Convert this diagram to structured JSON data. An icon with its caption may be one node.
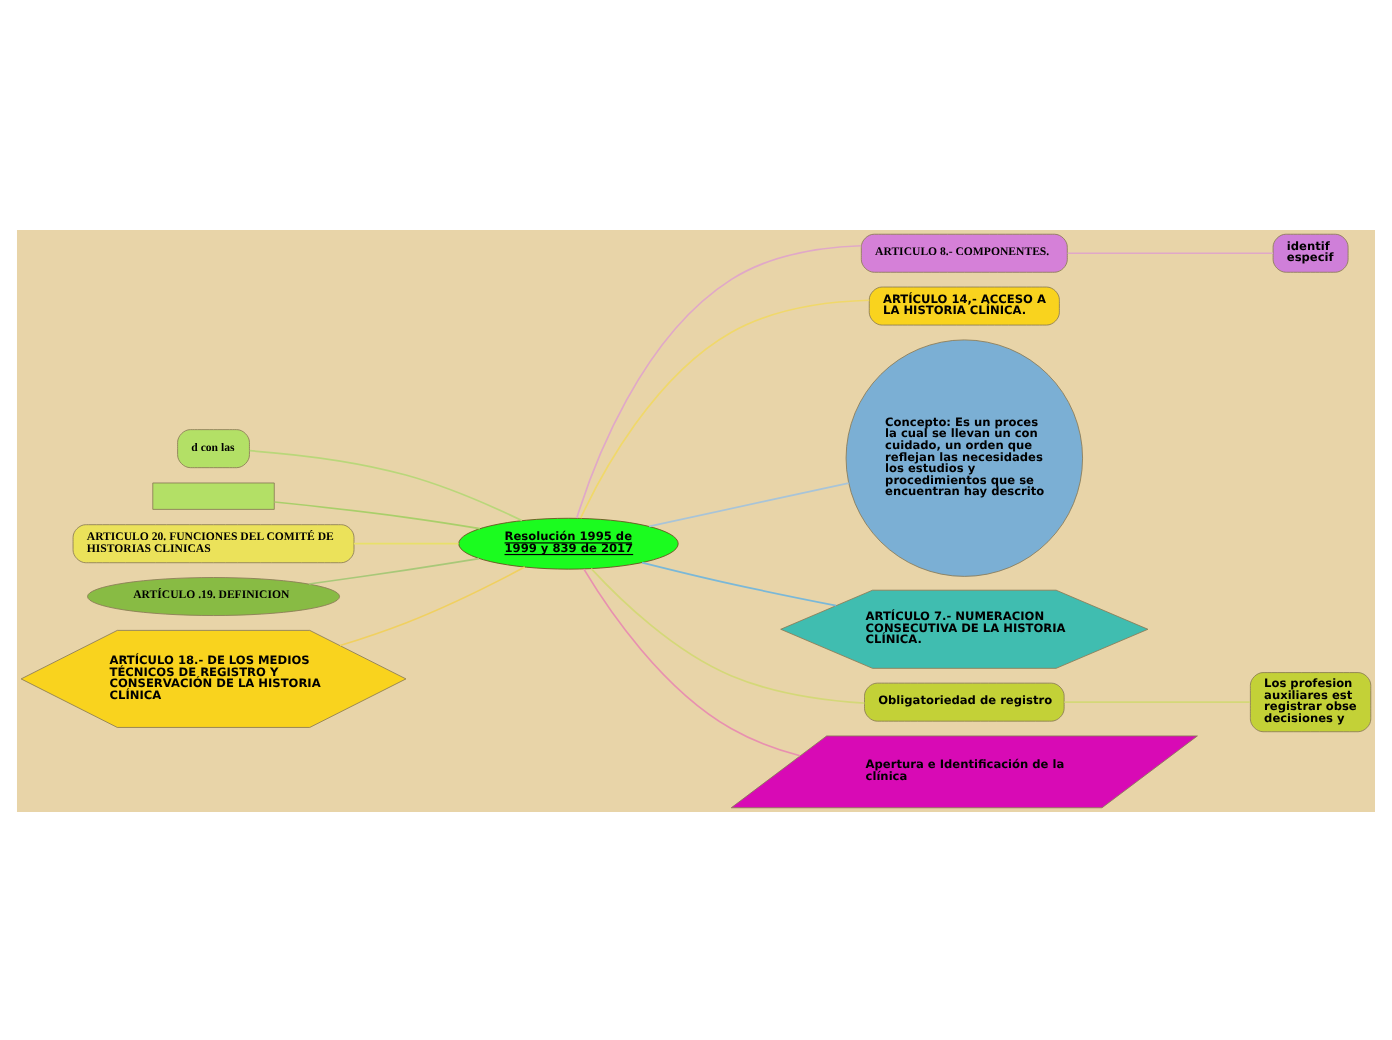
{
  "diagram": {
    "nodes": [
      {
        "text": [
          "d con las"
        ]
      },
      {
        "text": [],
        "shape": "box"
      },
      {
        "text": [
          "ARTICULO 8.- COMPONENTES."
        ]
      },
      {
        "text": [
          "identif especif"
        ]
      },
      {
        "text": [
          "ARTÍCULO 14,- ACCESO A LA HISTORIA CLÍNICA."
        ]
      },
      {
        "text": [
          "ARTICULO 20. FUNCIONES DEL COMITÉ DE HISTORIAS CLINICAS"
        ]
      },
      {
        "text": [
          "Resolución 1995 de 1999 y 839 de 2017"
        ]
      },
      {
        "text": [
          "Concepto: Es un proces la cual se llevan un con cuidado, un orden que reflejan las necesidades los estudios y procedimientos que se encuentran hay descrito"
        ]
      },
      {
        "text": [
          "ARTÍCULO .19. DEFINICION"
        ]
      },
      {
        "text": [
          "ARTÍCULO 7.- NUMERACION CONSECUTIVA DE LA HISTORIA CLÍNICA."
        ]
      },
      {
        "text": [
          "ARTÍCULO 18.- DE LOS MEDIOS TÉCNICOS DE REGISTRO Y CONSERVACIÓN DE LA HISTORIA CLÍNICA"
        ]
      },
      {
        "text": [
          "Obligatoriedad de registro"
        ]
      },
      {
        "text": [
          "Los profesion auxiliares est registrar obse decisiones y"
        ]
      },
      {
        "text": [
          "Apertura e Identificación de la clínica"
        ]
      }
    ],
    "edges": [
      {
        "from": 6,
        "to": 0,
        "arrow": "none",
        "color": "#b9d77a"
      },
      {
        "from": 6,
        "to": 1,
        "arrow": "none",
        "color": "#a9cf6a"
      },
      {
        "from": 6,
        "to": 2,
        "arrow": "none",
        "color": "#e0a8c8"
      },
      {
        "from": 2,
        "to": 3,
        "arrow": "none",
        "color": "#e0a8c8"
      },
      {
        "from": 6,
        "to": 4,
        "arrow": "none",
        "color": "#f0d86a"
      },
      {
        "from": 6,
        "to": 5,
        "arrow": "none",
        "color": "#e8e06a"
      },
      {
        "from": 6,
        "to": 7,
        "arrow": "none",
        "color": "#a8c4d8"
      },
      {
        "from": 6,
        "to": 8,
        "arrow": "none",
        "color": "#a8c878"
      },
      {
        "from": 6,
        "to": 9,
        "arrow": "none",
        "color": "#7ab8d8"
      },
      {
        "from": 6,
        "to": 10,
        "arrow": "none",
        "color": "#f0d060"
      },
      {
        "from": 6,
        "to": 11,
        "arrow": "none",
        "color": "#d4d878"
      },
      {
        "from": 11,
        "to": 12,
        "arrow": "none",
        "color": "#d4d878"
      },
      {
        "from": 6,
        "to": 13,
        "arrow": "none",
        "color": "#e890b0"
      }
    ]
  }
}
